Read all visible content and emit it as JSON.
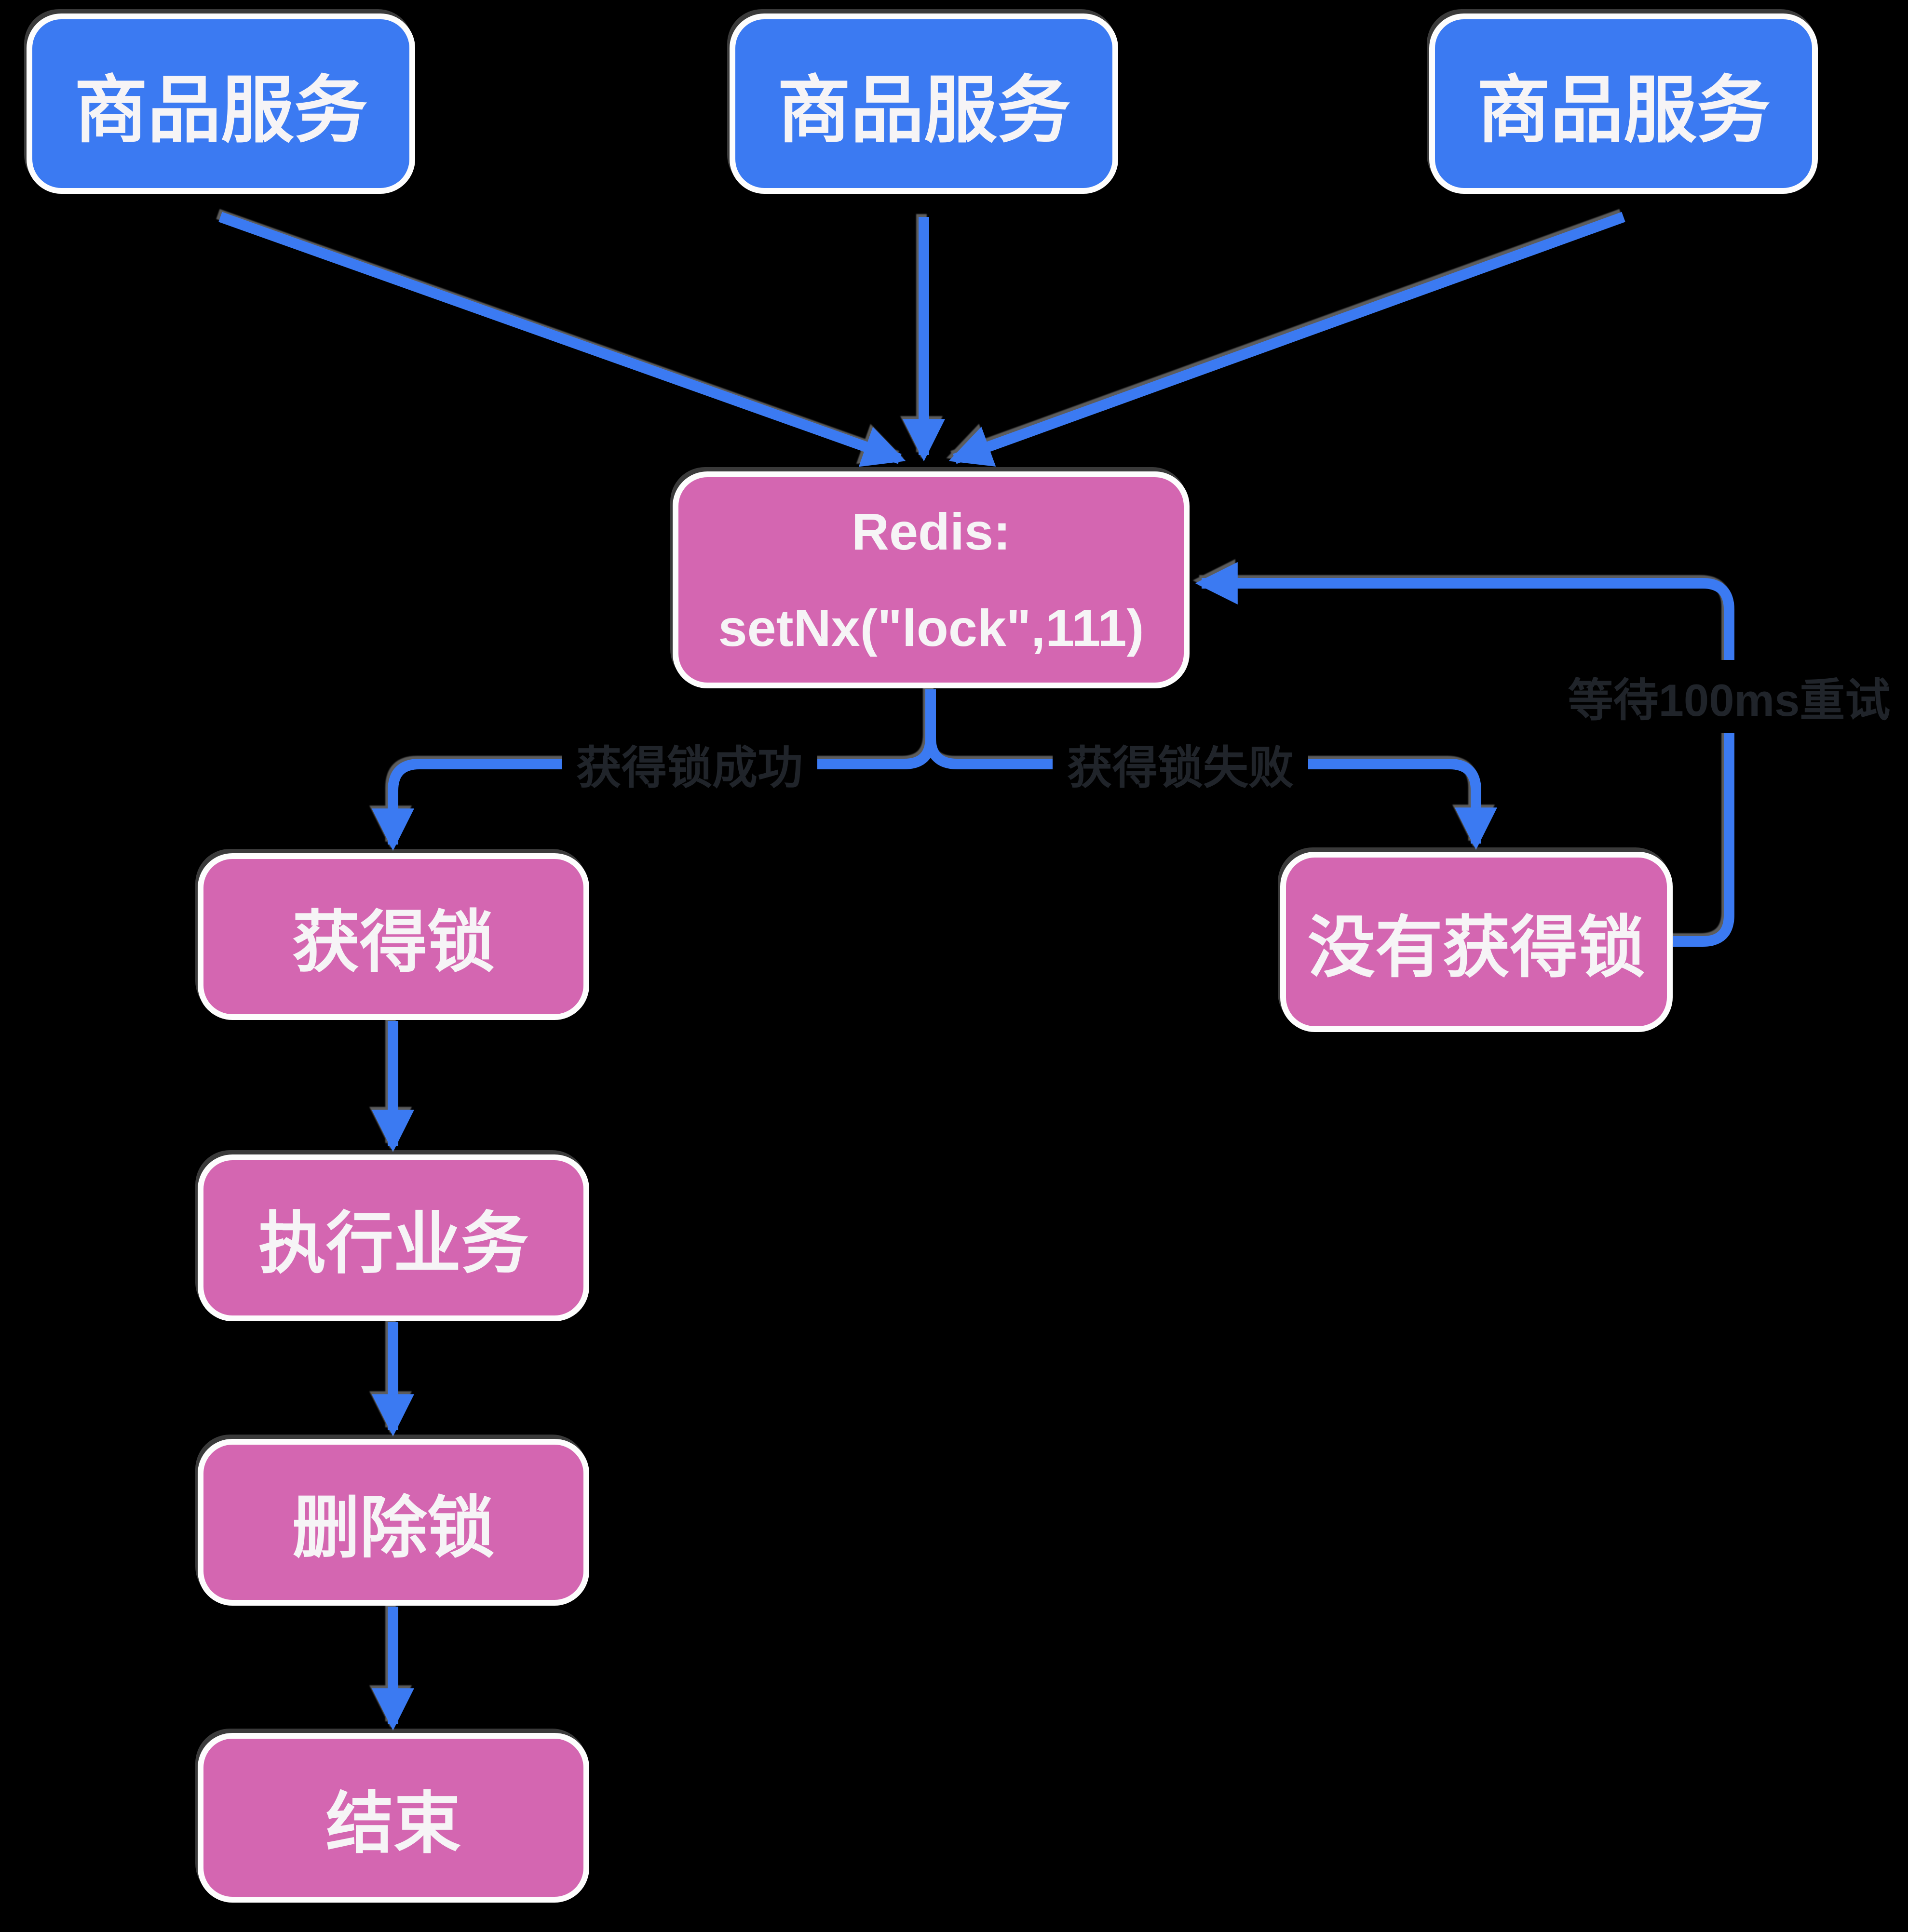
{
  "colors": {
    "background": "#000000",
    "service_box": "#3B7AF2",
    "process_box": "#D466B1",
    "edge_line": "#3B7AF2",
    "node_text": "#F6F4F6",
    "node_outline": "#FDFDFD",
    "edge_label_text": "#20242A"
  },
  "nodes": {
    "service_1": {
      "label": "商品服务"
    },
    "service_2": {
      "label": "商品服务"
    },
    "service_3": {
      "label": "商品服务"
    },
    "redis": {
      "line1": "Redis:",
      "line2": "setNx(\"lock\",111)"
    },
    "lock_acquired": {
      "label": "获得锁"
    },
    "execute_business": {
      "label": "执行业务"
    },
    "delete_lock": {
      "label": "删除锁"
    },
    "end": {
      "label": "结束"
    },
    "lock_not_acquired": {
      "label": "没有获得锁"
    }
  },
  "edge_labels": {
    "acquire_success": "获得锁成功",
    "acquire_fail": "获得锁失败",
    "retry_wait": "等待100ms重试"
  }
}
